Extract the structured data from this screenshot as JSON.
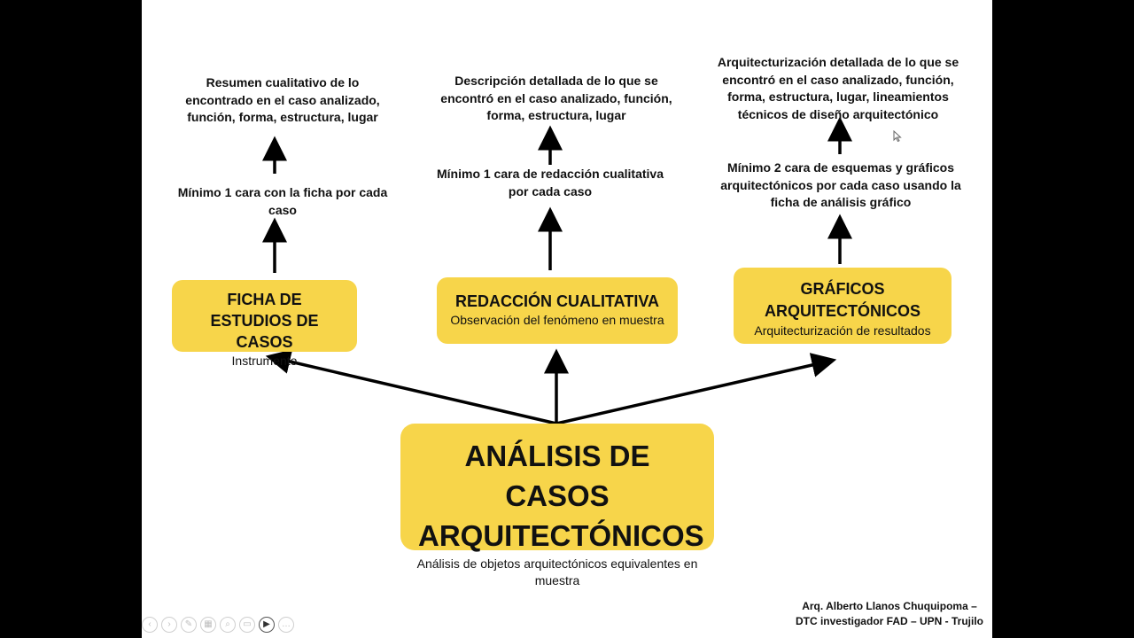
{
  "top_texts": {
    "left": "Resumen cualitativo de lo encontrado en el caso analizado, función, forma, estructura, lugar",
    "center": "Descripción detallada de lo que se encontró en el caso analizado, función, forma, estructura, lugar",
    "right": "Arquitecturización detallada de lo que se encontró en el caso analizado, función, forma, estructura, lugar, lineamientos técnicos de diseño arquitectónico"
  },
  "mid_texts": {
    "left": "Mínimo 1 cara con la ficha por cada caso",
    "center": "Mínimo 1 cara de redacción cualitativa por cada caso",
    "right": "Mínimo 2 cara de esquemas y gráficos arquitectónicos por cada caso usando la ficha de análisis gráfico"
  },
  "boxes": {
    "left": {
      "title": "FICHA DE ESTUDIOS DE CASOS",
      "subtitle": "Instrumento"
    },
    "center": {
      "title": "REDACCIÓN CUALITATIVA",
      "subtitle": "Observación del fenómeno en muestra"
    },
    "right": {
      "title": "GRÁFICOS ARQUITECTÓNICOS",
      "subtitle": "Arquitecturización de resultados"
    }
  },
  "main_box": {
    "title": "ANÁLISIS DE CASOS ARQUITECTÓNICOS",
    "subtitle": "Análisis de objetos arquitectónicos equivalentes en muestra"
  },
  "credit": {
    "line1": "Arq. Alberto Llanos Chuquipoma –",
    "line2": "DTC investigador FAD – UPN - Trujilo"
  },
  "toolbar_icons": [
    "prev-icon",
    "next-icon",
    "pen-icon",
    "slides-icon",
    "zoom-icon",
    "subtitles-icon",
    "camera-icon",
    "more-icon"
  ],
  "colors": {
    "box_fill": "#f7d54a",
    "background": "#000000",
    "slide": "#ffffff"
  }
}
